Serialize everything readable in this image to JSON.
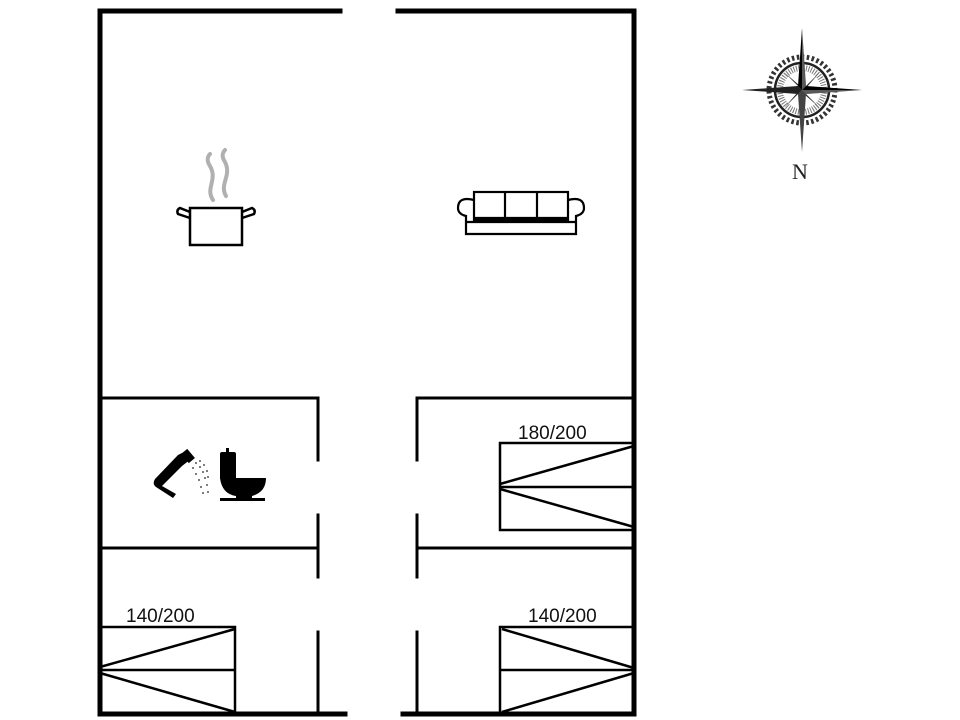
{
  "floor_plan": {
    "rooms": [
      {
        "id": "kitchen",
        "icon": "cooking-pot-icon"
      },
      {
        "id": "living-room",
        "icon": "sofa-icon"
      },
      {
        "id": "bathroom",
        "icons": [
          "shower-icon",
          "toilet-icon"
        ]
      },
      {
        "id": "bedroom-1",
        "bed_label": "180/200"
      },
      {
        "id": "bedroom-2",
        "bed_label": "140/200"
      },
      {
        "id": "bedroom-3",
        "bed_label": "140/200"
      }
    ],
    "beds": {
      "bedroom_right_top": "180/200",
      "bedroom_left_bottom": "140/200",
      "bedroom_right_bottom": "140/200"
    }
  },
  "compass": {
    "icon": "compass-rose-icon",
    "north_label": "N"
  },
  "colors": {
    "wall": "#000000",
    "background": "#ffffff",
    "steam": "#b0b0b0"
  }
}
